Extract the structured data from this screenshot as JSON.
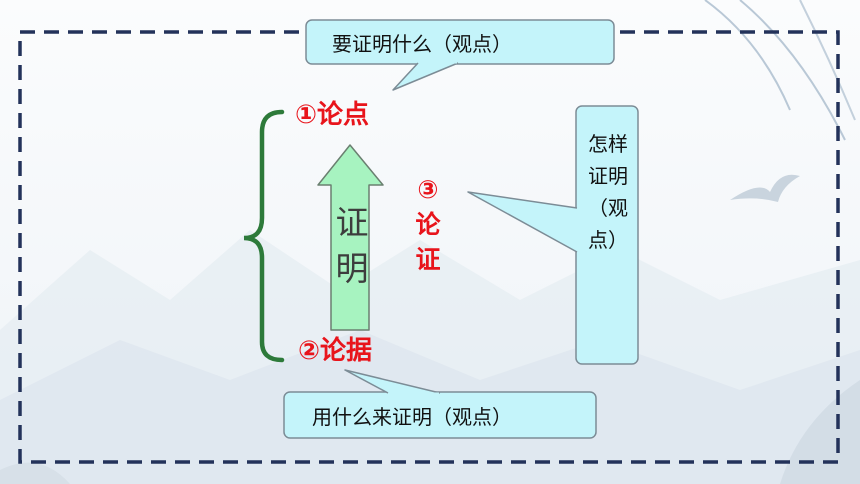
{
  "callout_top": "要证明什么（观点）",
  "callout_bottom": "用什么来证明（观点）",
  "node_top": "①论点",
  "node_bottom": "②论据",
  "arrow_label": [
    "证",
    "明"
  ],
  "proof_label": [
    "③",
    "论",
    "证"
  ],
  "side_callout": [
    "怎样",
    "证明",
    "（观",
    "点）"
  ],
  "colors": {
    "accent_red": "#e8141b",
    "callout_fill": "#c4f4fa",
    "arrow_fill": "#a7f3c0",
    "brace": "#2d7a3a",
    "frame": "#23325a"
  }
}
